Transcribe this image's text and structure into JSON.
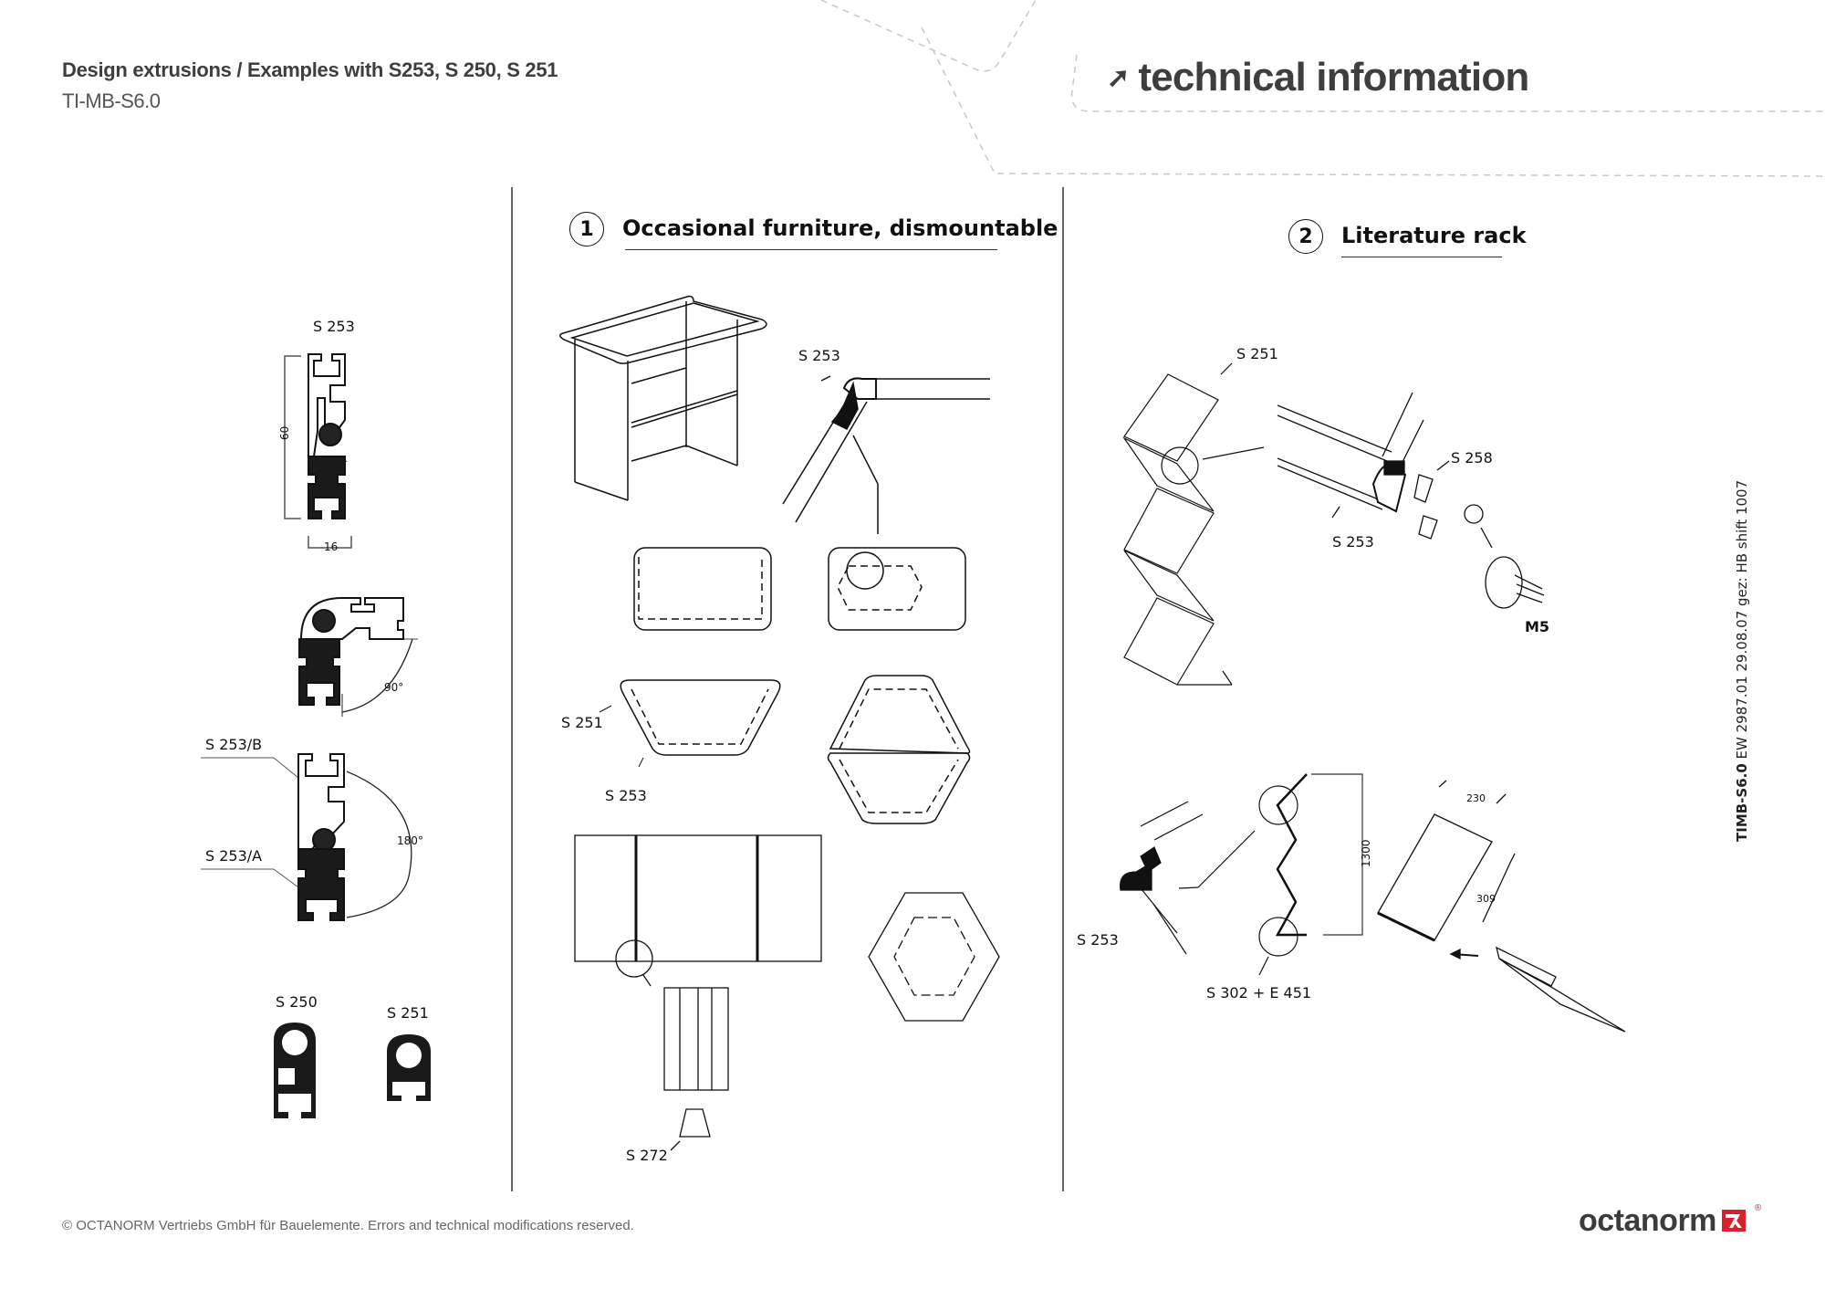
{
  "header": {
    "title": "Design extrusions / Examples with S253, S 250, S 251",
    "doc_code": "TI-MB-S6.0",
    "badge_icon": "arrow-up-right-icon",
    "badge_arrow": "➚",
    "badge_text": "technical information"
  },
  "profiles": {
    "s253_label": "S 253",
    "height_dim": "60",
    "width_dim": "16",
    "angle_90": "90°",
    "label_b": "S 253/B",
    "label_a": "S 253/A",
    "angle_180": "180°",
    "s250_label": "S 250",
    "s251_label": "S 251"
  },
  "section1": {
    "number": "1",
    "title": "Occasional furniture, dismountable",
    "detail_label": "S 253",
    "s251_label": "S 251",
    "s253_label": "S 253",
    "s272_label": "S 272"
  },
  "section2": {
    "number": "2",
    "title": "Literature rack",
    "s251_label": "S 251",
    "s258_label": "S 258",
    "s253_label": "S 253",
    "m5_label": "M5",
    "s253_corner_label": "S 253",
    "height_dim": "1300",
    "foot_label": "S 302 + E 451",
    "width_dim": "230",
    "depth_dim": "309"
  },
  "side_note": {
    "code": "TIMB-S6.0",
    "text": "EW 2987.01 29.08.07 gez: HB shift 1007"
  },
  "footer": {
    "copyright": "© OCTANORM Vertriebs GmbH für Bauelemente. Errors and technical modifications reserved."
  },
  "brand": {
    "name": "octanorm",
    "registered": "®",
    "accent_color": "#d9202f",
    "text_color": "#3d3b3b"
  }
}
